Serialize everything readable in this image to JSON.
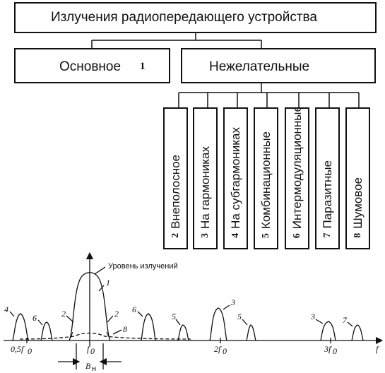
{
  "top_box": {
    "label": "Излучения радиопередающего устройства"
  },
  "main_box": {
    "label": "Основное",
    "number": "1"
  },
  "unwanted_box": {
    "label": "Нежелательные"
  },
  "categories": [
    {
      "number": "2",
      "label": "Внеполосное"
    },
    {
      "number": "3",
      "label": "На гармониках"
    },
    {
      "number": "4",
      "label": "На  субгармониках"
    },
    {
      "number": "5",
      "label": "Комбинационные"
    },
    {
      "number": "6",
      "label": "Интермодуляционные"
    },
    {
      "number": "7",
      "label": "Паразитные"
    },
    {
      "number": "8",
      "label": "Шумовое"
    }
  ],
  "spectrum": {
    "level_label": "Уровень излучений",
    "axis_f": "f",
    "tick_half": "0,5f",
    "tick_f0": "f",
    "tick_2f0": "2f",
    "tick_3f0": "3f",
    "subscript_0": "0",
    "bandwidth_label": "B",
    "bandwidth_sub": "н",
    "curve_labels": [
      "4",
      "6",
      "2",
      "1",
      "2",
      "8",
      "6",
      "5",
      "3",
      "5",
      "3",
      "7"
    ]
  }
}
